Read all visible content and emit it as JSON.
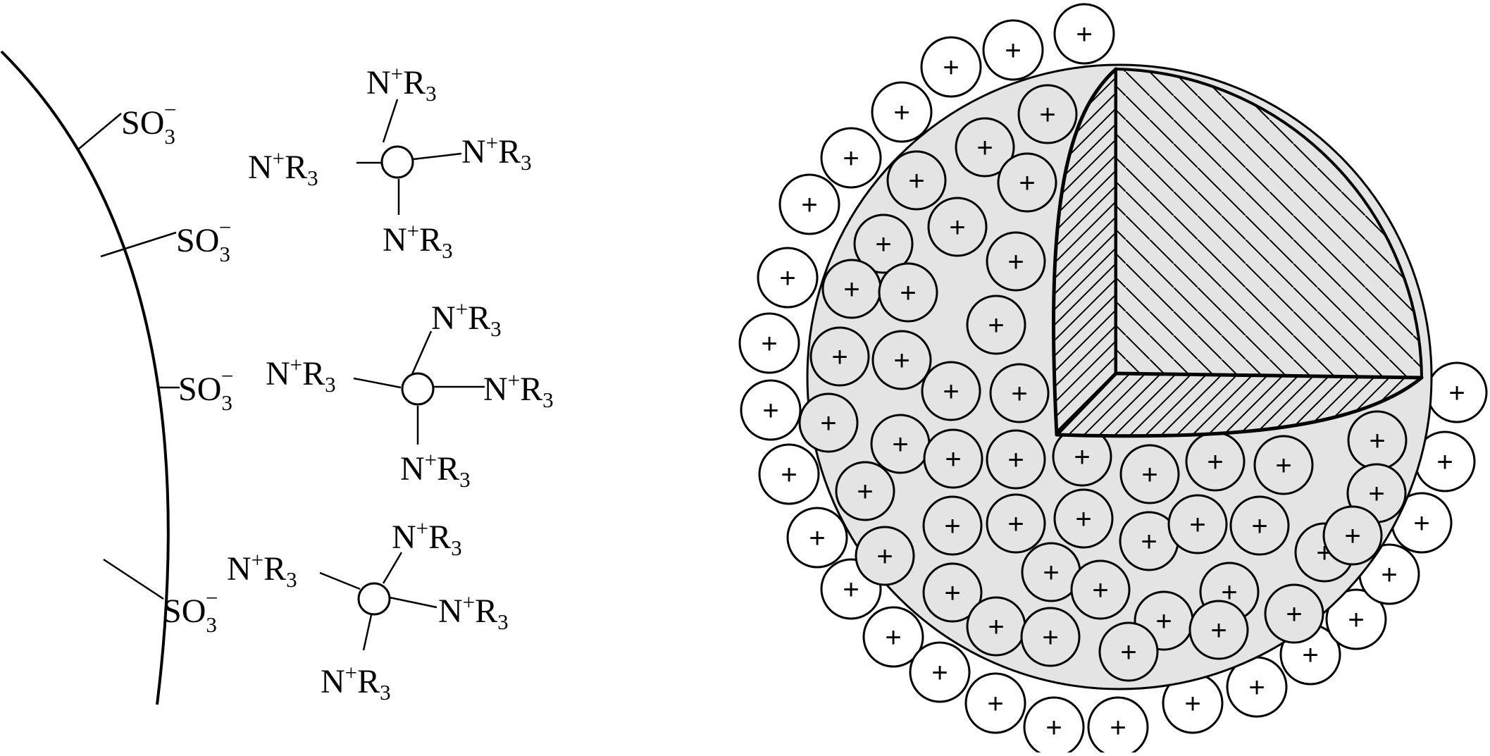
{
  "labels": {
    "sulfonate": {
      "base": "SO",
      "sub": "3",
      "sup": "−"
    },
    "amine": {
      "base": "N",
      "sup": "+",
      "rest": "R",
      "sub": "3"
    },
    "charge": "+"
  }
}
